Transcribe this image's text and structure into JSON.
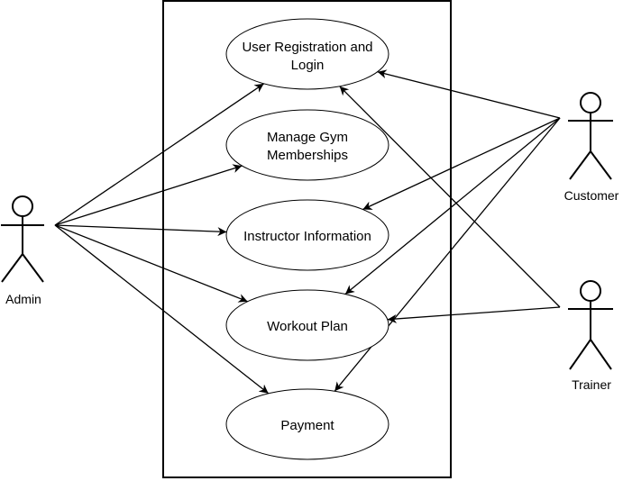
{
  "diagram": {
    "use_cases": [
      {
        "id": "registration",
        "lines": [
          "User Registration and",
          "Login"
        ]
      },
      {
        "id": "memberships",
        "lines": [
          "Manage Gym",
          "Memberships"
        ]
      },
      {
        "id": "instructor",
        "lines": [
          "Instructor Information"
        ]
      },
      {
        "id": "workout",
        "lines": [
          "Workout Plan"
        ]
      },
      {
        "id": "payment",
        "lines": [
          "Payment"
        ]
      }
    ],
    "actors": [
      {
        "id": "admin",
        "label": "Admin"
      },
      {
        "id": "customer",
        "label": "Customer"
      },
      {
        "id": "trainer",
        "label": "Trainer"
      }
    ],
    "associations": [
      {
        "from": "admin",
        "to": "registration"
      },
      {
        "from": "admin",
        "to": "memberships"
      },
      {
        "from": "admin",
        "to": "instructor"
      },
      {
        "from": "admin",
        "to": "workout"
      },
      {
        "from": "admin",
        "to": "payment"
      },
      {
        "from": "customer",
        "to": "registration"
      },
      {
        "from": "customer",
        "to": "instructor"
      },
      {
        "from": "customer",
        "to": "workout"
      },
      {
        "from": "customer",
        "to": "payment"
      },
      {
        "from": "trainer",
        "to": "registration"
      },
      {
        "from": "trainer",
        "to": "workout"
      }
    ],
    "colors": {
      "stroke": "#000000",
      "background": "#ffffff"
    }
  }
}
